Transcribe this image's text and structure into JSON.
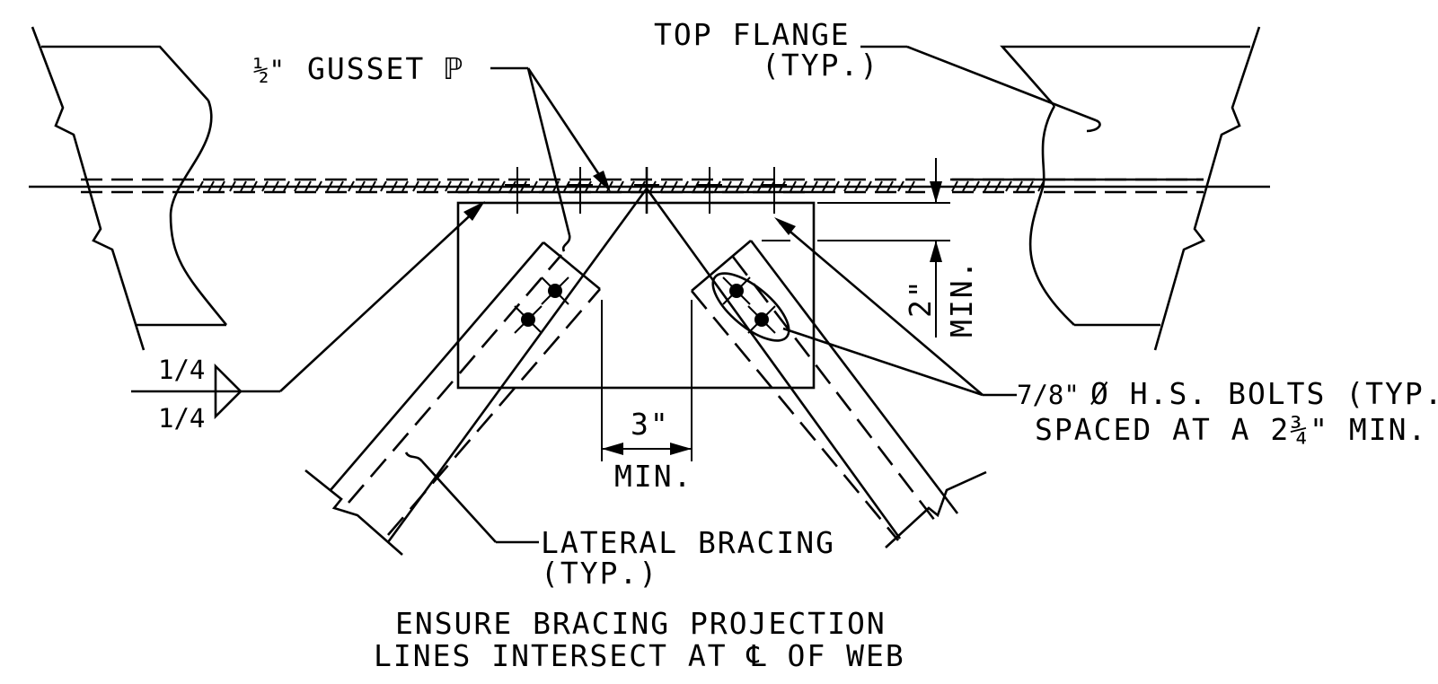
{
  "labels": {
    "gusset_size": "½\"",
    "gusset_text": "GUSSET ℙ",
    "top_flange": "TOP FLANGE",
    "top_flange_typ": "(TYP.)",
    "weld_top": "1/4",
    "weld_bottom": "1/4",
    "dim_2in": "2\"",
    "dim_2in_min": "MIN.",
    "bolts_size": "7/8\"",
    "bolts_line1": "Ø H.S. BOLTS (TYP.)",
    "bolts_line2": "SPACED AT A 2¾\" MIN.",
    "dim_3in": "3\"",
    "dim_3in_min": "MIN.",
    "lateral_bracing": "LATERAL BRACING",
    "lateral_bracing_typ": "(TYP.)",
    "note_line1": "ENSURE BRACING PROJECTION",
    "note_line2": "LINES INTERSECT AT ℄ OF WEB"
  }
}
